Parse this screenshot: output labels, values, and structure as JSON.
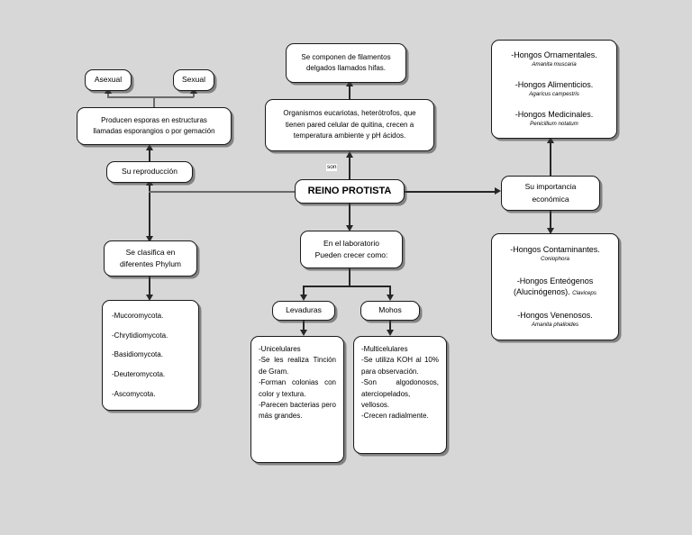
{
  "diagram": {
    "title": "REINO PROTISTA",
    "background_color": "#d7d7d7",
    "node_fill": "#ffffff",
    "node_border": "#1a1a1a",
    "connector_color": "#262626"
  },
  "nodes": {
    "asexual": {
      "label": "Asexual"
    },
    "sexual": {
      "label": "Sexual"
    },
    "esporas": {
      "line1": "Producen esporas en estructuras",
      "line2": "llamadas esporangios o  por gemación"
    },
    "reproduccion": {
      "label": "Su reproducción"
    },
    "clasificacion": {
      "line1": "Se clasifica en",
      "line2": "diferentes Phylum"
    },
    "phylum": {
      "items": [
        "-Mucoromycota.",
        "-Chrytidiomycota.",
        "-Basidiomycota.",
        "-Deuteromycota.",
        "-Ascomycota."
      ]
    },
    "hifas": {
      "line1": "Se componen de filamentos",
      "line2": "delgados llamados hifas."
    },
    "organismos": {
      "line1": "Organismos eucariotas, heterótrofos, que",
      "line2": "tienen pared celular de quitina, crecen a",
      "line3": "temperatura ambiente y pH ácidos."
    },
    "reino": {
      "label": "REINO PROTISTA"
    },
    "laboratorio": {
      "line1": "En el laboratorio",
      "line2": "Pueden crecer como:"
    },
    "levaduras": {
      "label": "Levaduras"
    },
    "mohos": {
      "label": "Mohos"
    },
    "unicelulares": {
      "items": [
        "-Unicelulares",
        "-Se les realiza Tinción de Gram.",
        "-Forman colonias con color y textura.",
        "-Parecen bacterias pero más grandes."
      ]
    },
    "multicelulares": {
      "items": [
        "-Multicelulares",
        "-Se utiliza KOH al 10% para observación.",
        "-Son algodonosos, aterciopelados, vellosos.",
        "-Crecen radialmente."
      ]
    },
    "importancia": {
      "line1": "Su importancia",
      "line2": "económica"
    },
    "hongos_beneficiosos": {
      "items": [
        {
          "name": "-Hongos Ornamentales.",
          "species": "Amanita muscaria"
        },
        {
          "name": "-Hongos Alimenticios.",
          "species": "Agaricus campestris"
        },
        {
          "name": "-Hongos Medicinales.",
          "species": "Penicillium notatum"
        }
      ]
    },
    "hongos_daninos": {
      "items": [
        {
          "name": "-Hongos Contaminantes.",
          "species": "Coniophora"
        },
        {
          "name_line1": "-Hongos Enteógenos",
          "name_line2": "(Alucinógenos).",
          "species": "Claviceps"
        },
        {
          "name": "-Hongos Venenosos.",
          "species": "Amanita phalloides"
        }
      ]
    }
  },
  "edge_labels": {
    "son": "son"
  }
}
